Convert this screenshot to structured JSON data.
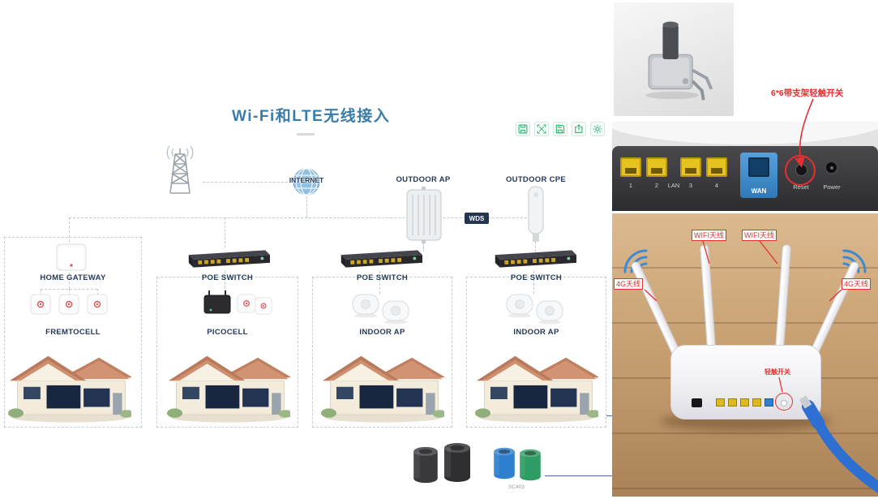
{
  "diagram": {
    "title": "Wi-Fi和LTE无线接入",
    "internet_label": "INTERNET",
    "outdoor_ap_label": "OUTDOOR AP",
    "outdoor_cpe_label": "OUTDOOR CPE",
    "wds_label": "WDS",
    "columns": [
      {
        "device_label": "HOME GATEWAY",
        "cell_label": "FREMTOCELL"
      },
      {
        "device_label": "POE SWITCH",
        "cell_label": "PICOCELL"
      },
      {
        "device_label": "POE SWITCH",
        "cell_label": "INDOOR AP"
      },
      {
        "device_label": "POE SWITCH",
        "cell_label": "INDOOR AP"
      }
    ],
    "caps_label": "SC403",
    "toolbar_icons": [
      "save-icon",
      "fullscreen-icon",
      "disk-icon",
      "export-icon",
      "settings-icon"
    ]
  },
  "annotations": {
    "tact_switch_callout": "6*6带支架轻触开关",
    "wifi_antenna_left": "WIFI天线",
    "wifi_antenna_right": "WIFI天线",
    "lte_antenna_left": "4G天线",
    "lte_antenna_right": "4G天线",
    "tact_switch_small": "轻触开关"
  },
  "router_back_panel": {
    "port_labels": [
      "1",
      "2",
      "LAN",
      "3",
      "4"
    ],
    "wan_label": "WAN",
    "reset_label": "Reset",
    "power_label": "Power"
  },
  "colors": {
    "title_blue": "#3a7ca8",
    "label_navy": "#26395a",
    "toolbar_green": "#2bb573",
    "annotation_red": "#e53030",
    "wds_badge_bg": "#24364f",
    "lan_port_yellow": "#e6c31f",
    "wan_port_blue": "#3f8fd2",
    "wood_tan": "#c8a173",
    "cable_blue": "#2e6fd2"
  }
}
